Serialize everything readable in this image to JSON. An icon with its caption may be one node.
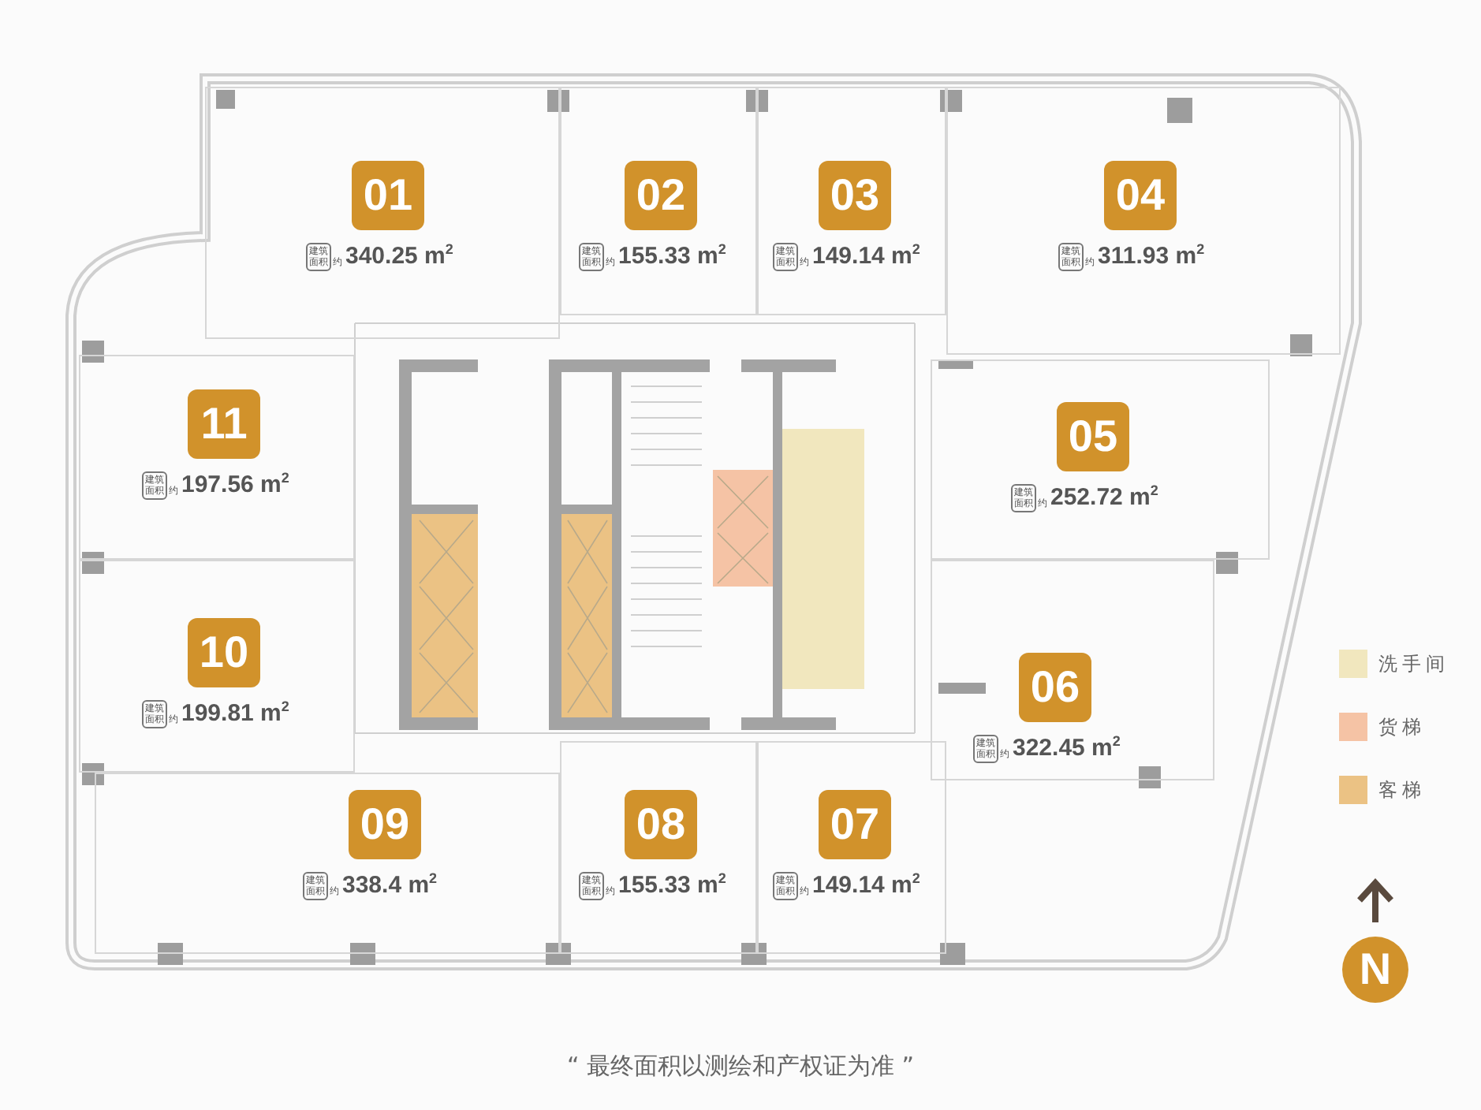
{
  "diagram": {
    "caption": "“ 最终面积以测绘和产权证为准 ”",
    "nodes": [
      {
        "text": [
          "01",
          "建筑面积",
          "约",
          "340.25 m$^{2}$"
        ]
      },
      {
        "text": [
          "02",
          "建筑面积",
          "约",
          "155.33 m$^{2}$"
        ]
      },
      {
        "text": [
          "03",
          "建筑面积",
          "约",
          "149.14 m$^{2}$"
        ]
      },
      {
        "text": [
          "04",
          "建筑面积",
          "约",
          "311.93 m$^{2}$"
        ]
      },
      {
        "text": [
          "11",
          "建筑面积",
          "约",
          "197.56 m$^{2}$"
        ]
      },
      {
        "text": [
          "05",
          "建筑面积",
          "约",
          "252.72 m$^{2}$"
        ]
      },
      {
        "text": [
          "10",
          "建筑面积",
          "约",
          "199.81 m$^{2}$"
        ]
      },
      {
        "text": [
          "06",
          "建筑面积",
          "约",
          "322.45 m$^{2}$"
        ]
      },
      {
        "text": [
          "09",
          "建筑面积",
          "约",
          "338.4 m$^{2}$"
        ]
      },
      {
        "text": [
          "08",
          "建筑面积",
          "约",
          "155.33 m$^{2}$"
        ]
      },
      {
        "text": [
          "07",
          "建筑面积",
          "约",
          "149.14 m$^{2}$"
        ]
      }
    ],
    "labels": [
      "N"
    ],
    "legend": [
      {
        "text": "洗手间",
        "color": "#f1e7be"
      },
      {
        "text": "货梯",
        "color": "#f5c3a5"
      },
      {
        "text": "客梯",
        "color": "#ebc284"
      }
    ]
  }
}
